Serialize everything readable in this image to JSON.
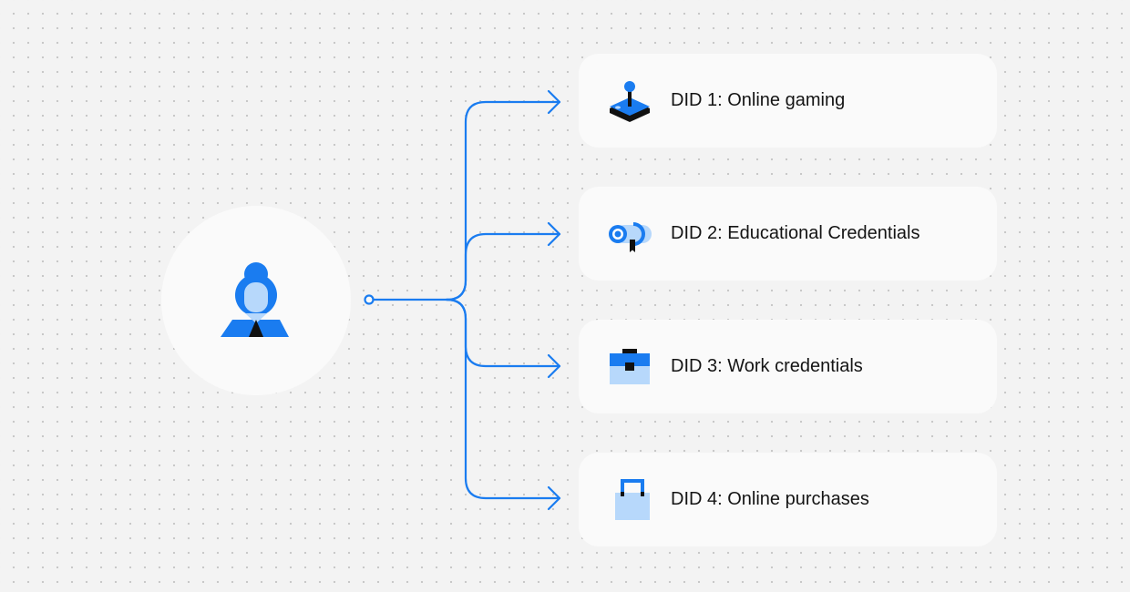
{
  "colors": {
    "accent": "#1a7cf0",
    "accent_light": "#b7d8fb",
    "dark": "#111111",
    "card_bg": "#fafafa",
    "page_bg": "#f3f3f3"
  },
  "user": {
    "icon": "person-with-tie-icon"
  },
  "dids": [
    {
      "label": "DID 1: Online gaming",
      "icon": "joystick-icon"
    },
    {
      "label": "DID 2: Educational Credentials",
      "icon": "diploma-scroll-icon"
    },
    {
      "label": "DID 3: Work credentials",
      "icon": "briefcase-icon"
    },
    {
      "label": "DID 4: Online purchases",
      "icon": "shopping-bag-icon"
    }
  ]
}
